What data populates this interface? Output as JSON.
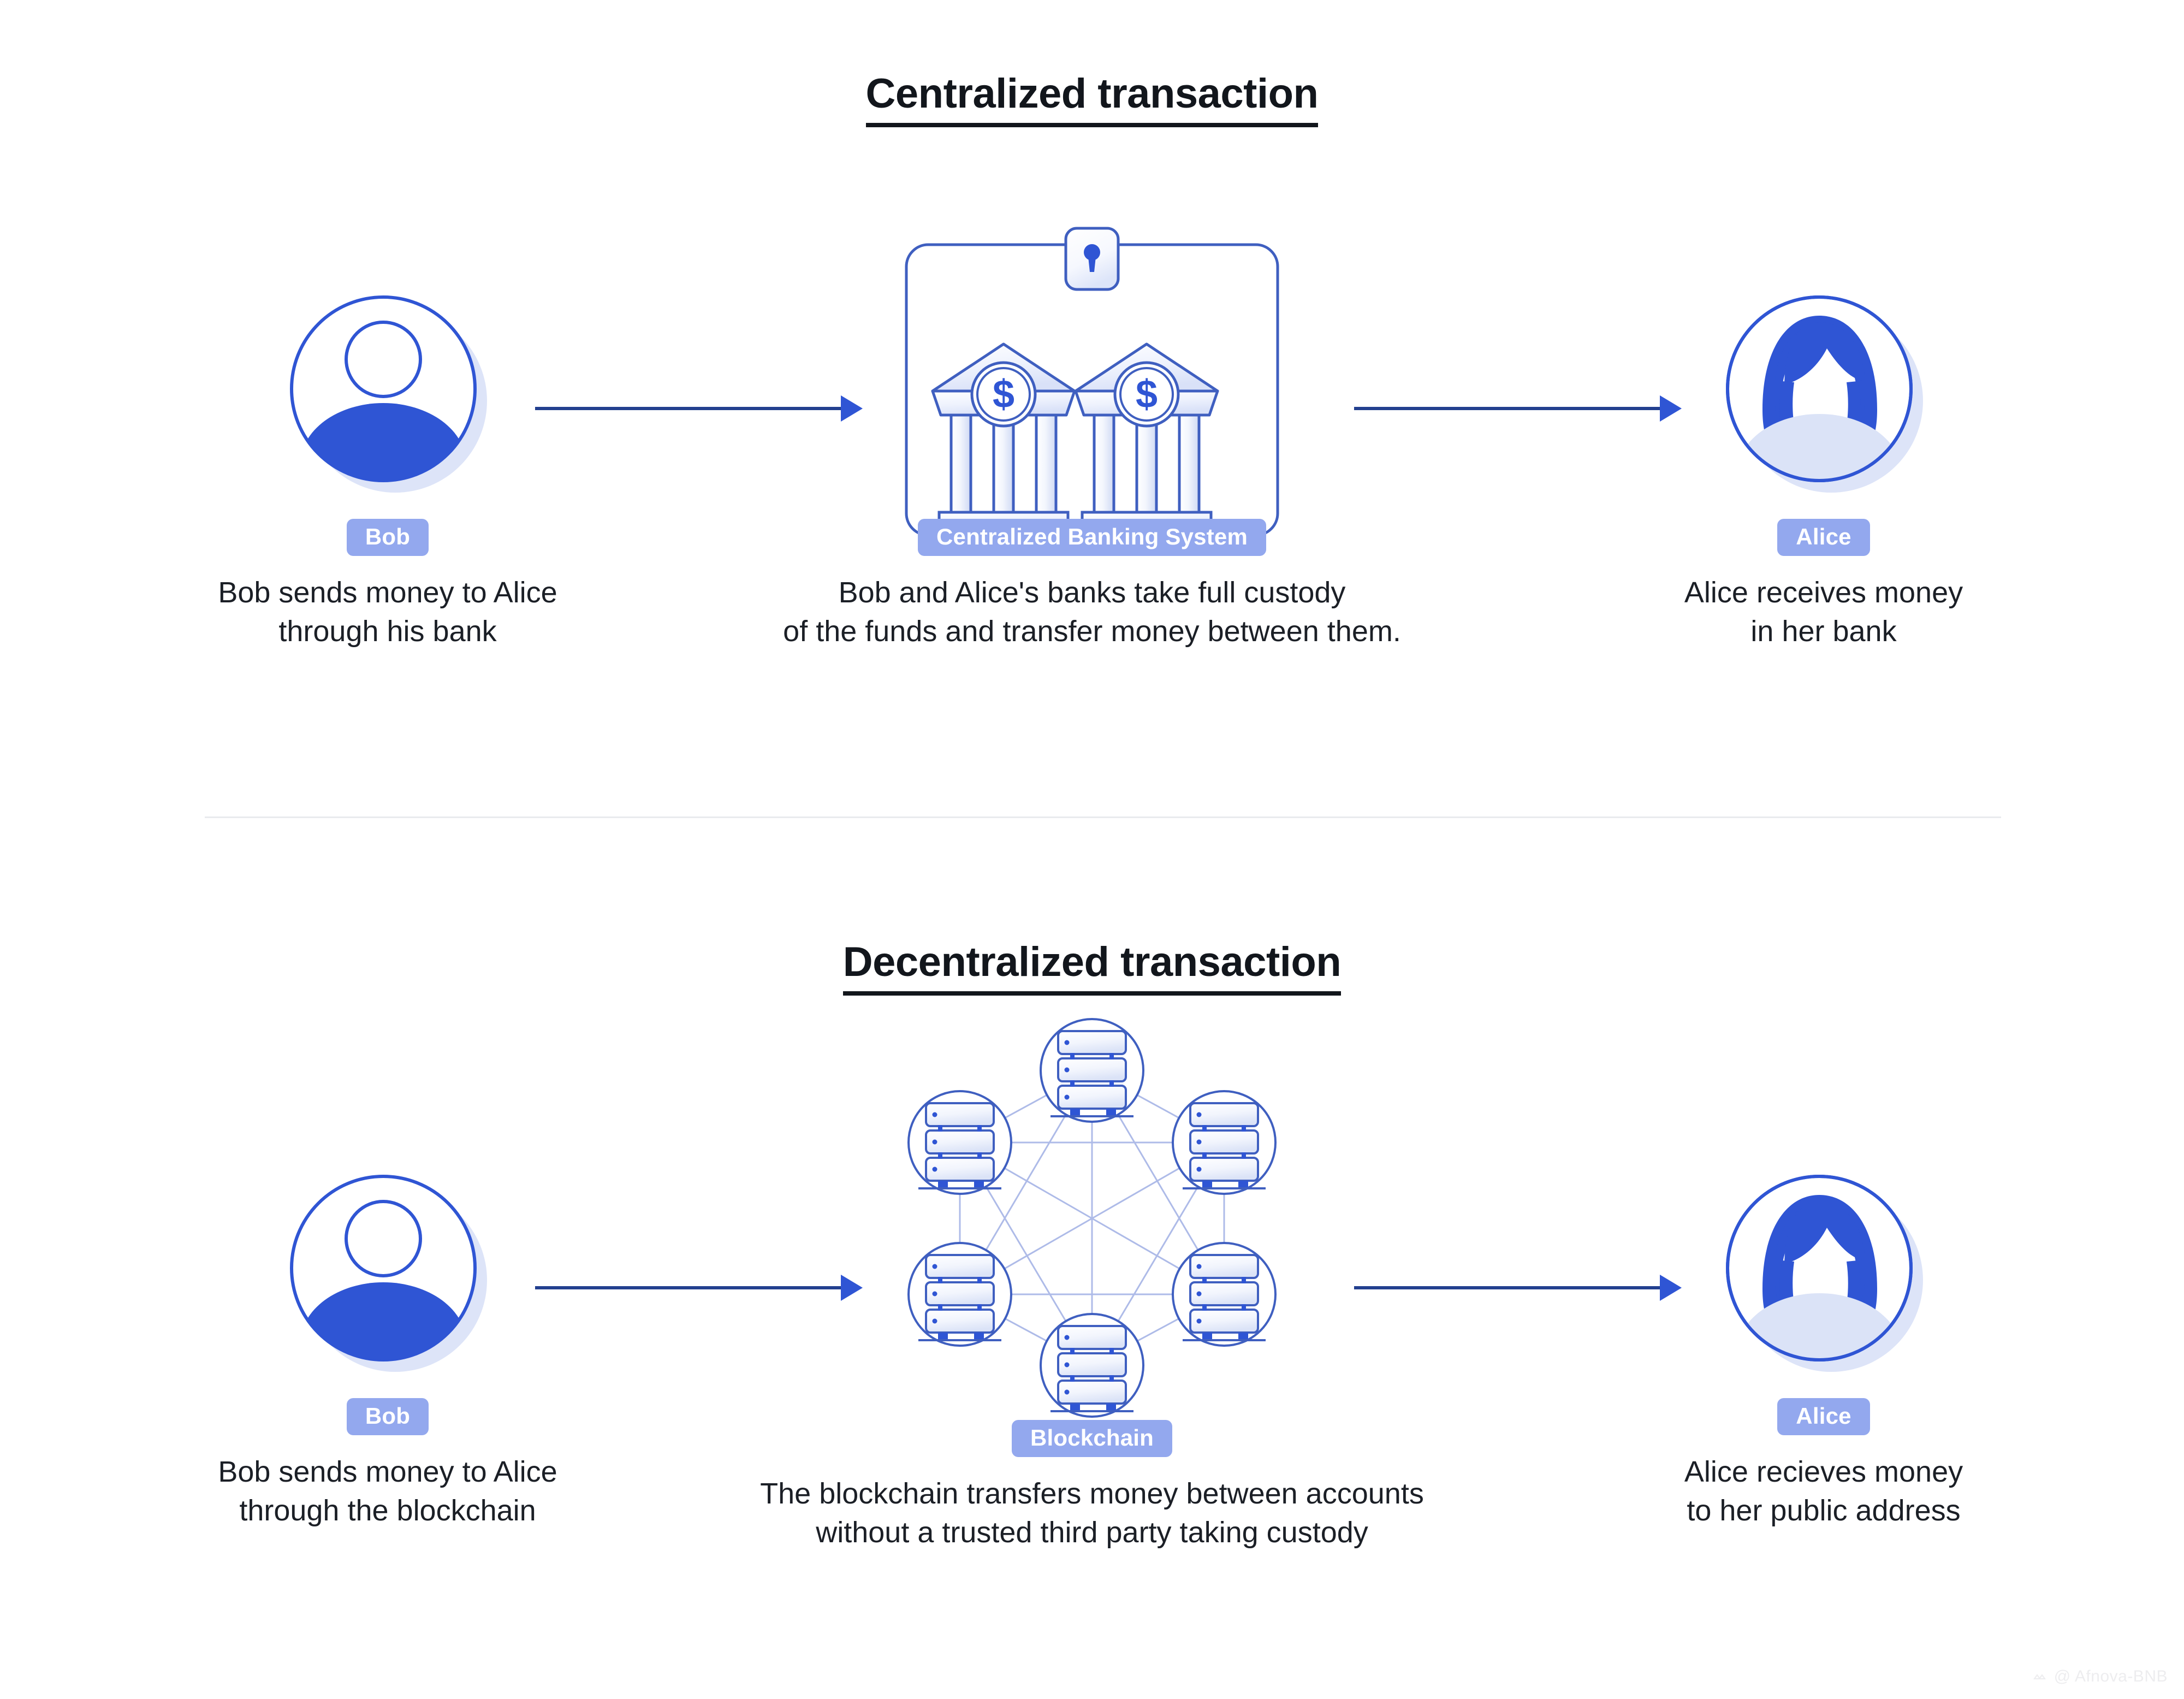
{
  "sections": [
    {
      "id": "centralized",
      "title": "Centralized transaction",
      "steps": [
        {
          "id": "bob-centralized",
          "icon": "user-male-avatar-icon",
          "badge": "Bob",
          "caption": "Bob sends money to Alice\nthrough his bank"
        },
        {
          "id": "bank-system",
          "icon": "centralized-bank-lock-icon",
          "badge": "Centralized Banking System",
          "caption": "Bob and Alice's banks take full custody\nof the funds and transfer money between them."
        },
        {
          "id": "alice-centralized",
          "icon": "user-female-avatar-icon",
          "badge": "Alice",
          "caption": "Alice receives money\nin her bank"
        }
      ]
    },
    {
      "id": "decentralized",
      "title": "Decentralized transaction",
      "steps": [
        {
          "id": "bob-decentralized",
          "icon": "user-male-avatar-icon",
          "badge": "Bob",
          "caption": "Bob sends money to Alice\nthrough the blockchain"
        },
        {
          "id": "blockchain-network",
          "icon": "blockchain-node-network-icon",
          "badge": "Blockchain",
          "caption": "The blockchain transfers money between accounts\nwithout a trusted third party taking custody"
        },
        {
          "id": "alice-decentralized",
          "icon": "user-female-avatar-icon",
          "badge": "Alice",
          "caption": "Alice recieves money\nto her public address"
        }
      ]
    }
  ],
  "arrows": {
    "icon": "arrow-right-icon",
    "count_per_section": 2
  },
  "watermark": {
    "logo_icon": "diamond-logo-icon",
    "text": "@ Afnova-BNB"
  },
  "colors": {
    "brand_blue": "#2f55d4",
    "outline_blue": "#3f5fc0",
    "badge_bg": "#93a8ee",
    "badge_text": "#ffffff",
    "avatar_shadow": "#dde4f8",
    "title_text": "#12161c",
    "caption_text": "#1b1f26",
    "divider": "#e9ebee",
    "mesh_line": "#aebbe8",
    "page_bg": "#ffffff"
  },
  "network": {
    "node_count": 6,
    "topology": "fully-connected-mesh",
    "node_icon": "server-stack-icon"
  },
  "banks": {
    "count": 2,
    "icon": "bank-building-dollar-icon",
    "container_icon": "rounded-container-icon",
    "lock_icon": "padlock-icon"
  }
}
